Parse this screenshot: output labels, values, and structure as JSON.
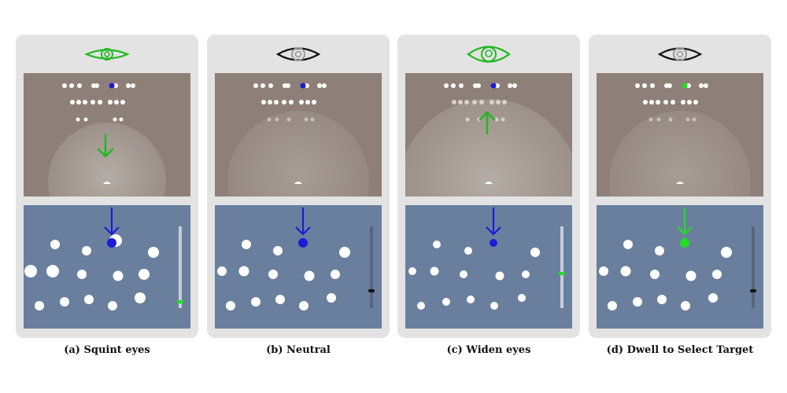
{
  "colors": {
    "active": "#22b822",
    "neutral": "#111111",
    "blue": "#1c1cd6",
    "target_green": "#22dd22"
  },
  "panels": [
    {
      "caption": "(a) Squint eyes",
      "eye_icon": "squint-eye-icon",
      "eye_state": "active",
      "arrow": "down",
      "selected": "blue",
      "slider": "green"
    },
    {
      "caption": "(b) Neutral",
      "eye_icon": "neutral-eye-icon",
      "eye_state": "neutral",
      "arrow": "none",
      "selected": "blue",
      "slider": "dark"
    },
    {
      "caption": "(c) Widen eyes",
      "eye_icon": "wide-eye-icon",
      "eye_state": "active",
      "arrow": "up",
      "selected": "blue",
      "slider": "green"
    },
    {
      "caption": "(d) Dwell to Select Target",
      "eye_icon": "neutral-eye-icon",
      "eye_state": "neutral",
      "arrow": "none",
      "selected": "green",
      "slider": "dark"
    }
  ]
}
